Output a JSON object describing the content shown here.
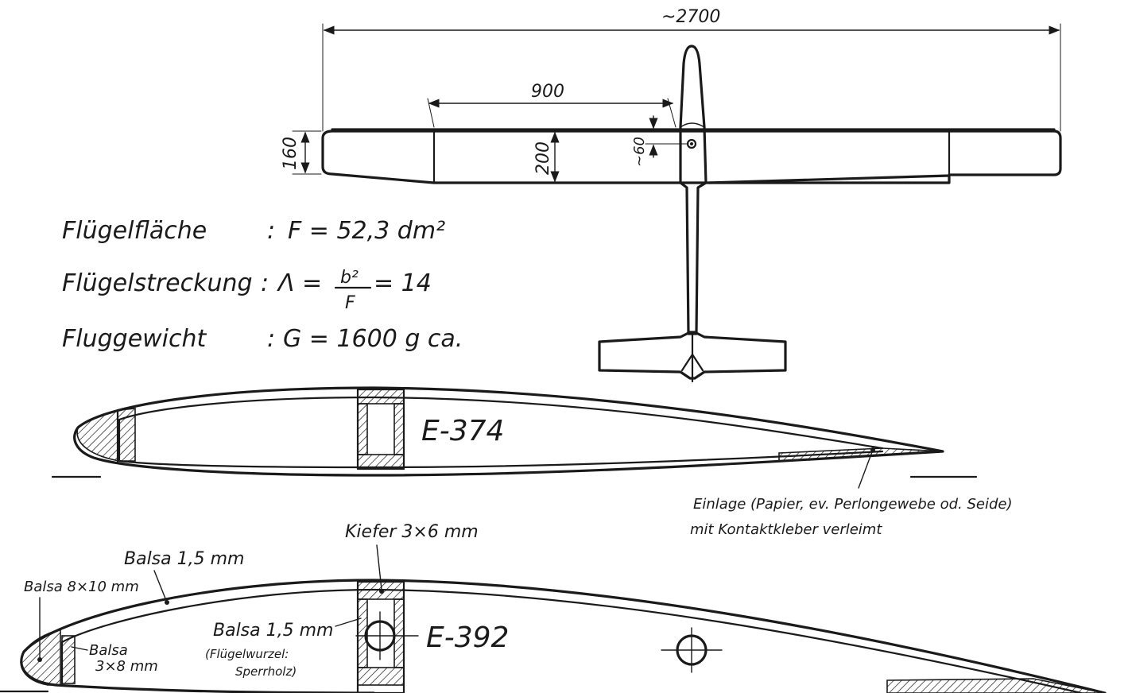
{
  "dimensions": {
    "span": "~2700",
    "center_section_length": "900",
    "tip_chord": "160",
    "root_chord": "200",
    "cg_offset": "~60"
  },
  "specs": [
    {
      "label": "Flügelfläche",
      "separator": ":",
      "formula": "F = 52,3 dm²"
    },
    {
      "label": "Flügelstreckung",
      "separator": ":",
      "formula_prefix": "Λ =",
      "numerator": "b²",
      "denominator": "F",
      "formula_suffix": "= 14"
    },
    {
      "label": "Fluggewicht",
      "separator": ":",
      "formula": "G = 1600 g  ca."
    }
  ],
  "profiles": {
    "top": {
      "name": "E-374",
      "note_line1": "Einlage (Papier, ev. Perlongewebe od. Seide)",
      "note_line2": "mit Kontaktkleber verleimt"
    },
    "bottom": {
      "name": "E-392",
      "labels": {
        "spar": "Kiefer 3×6 mm",
        "sheeting": "Balsa 1,5 mm",
        "leading_edge": "Balsa 8×10 mm",
        "nose_strip_line1": "Balsa",
        "nose_strip_line2": "3×8 mm",
        "web_line1": "Balsa 1,5 mm",
        "web_line2": "(Flügelwurzel:",
        "web_line3": "Sperrholz)"
      }
    }
  }
}
